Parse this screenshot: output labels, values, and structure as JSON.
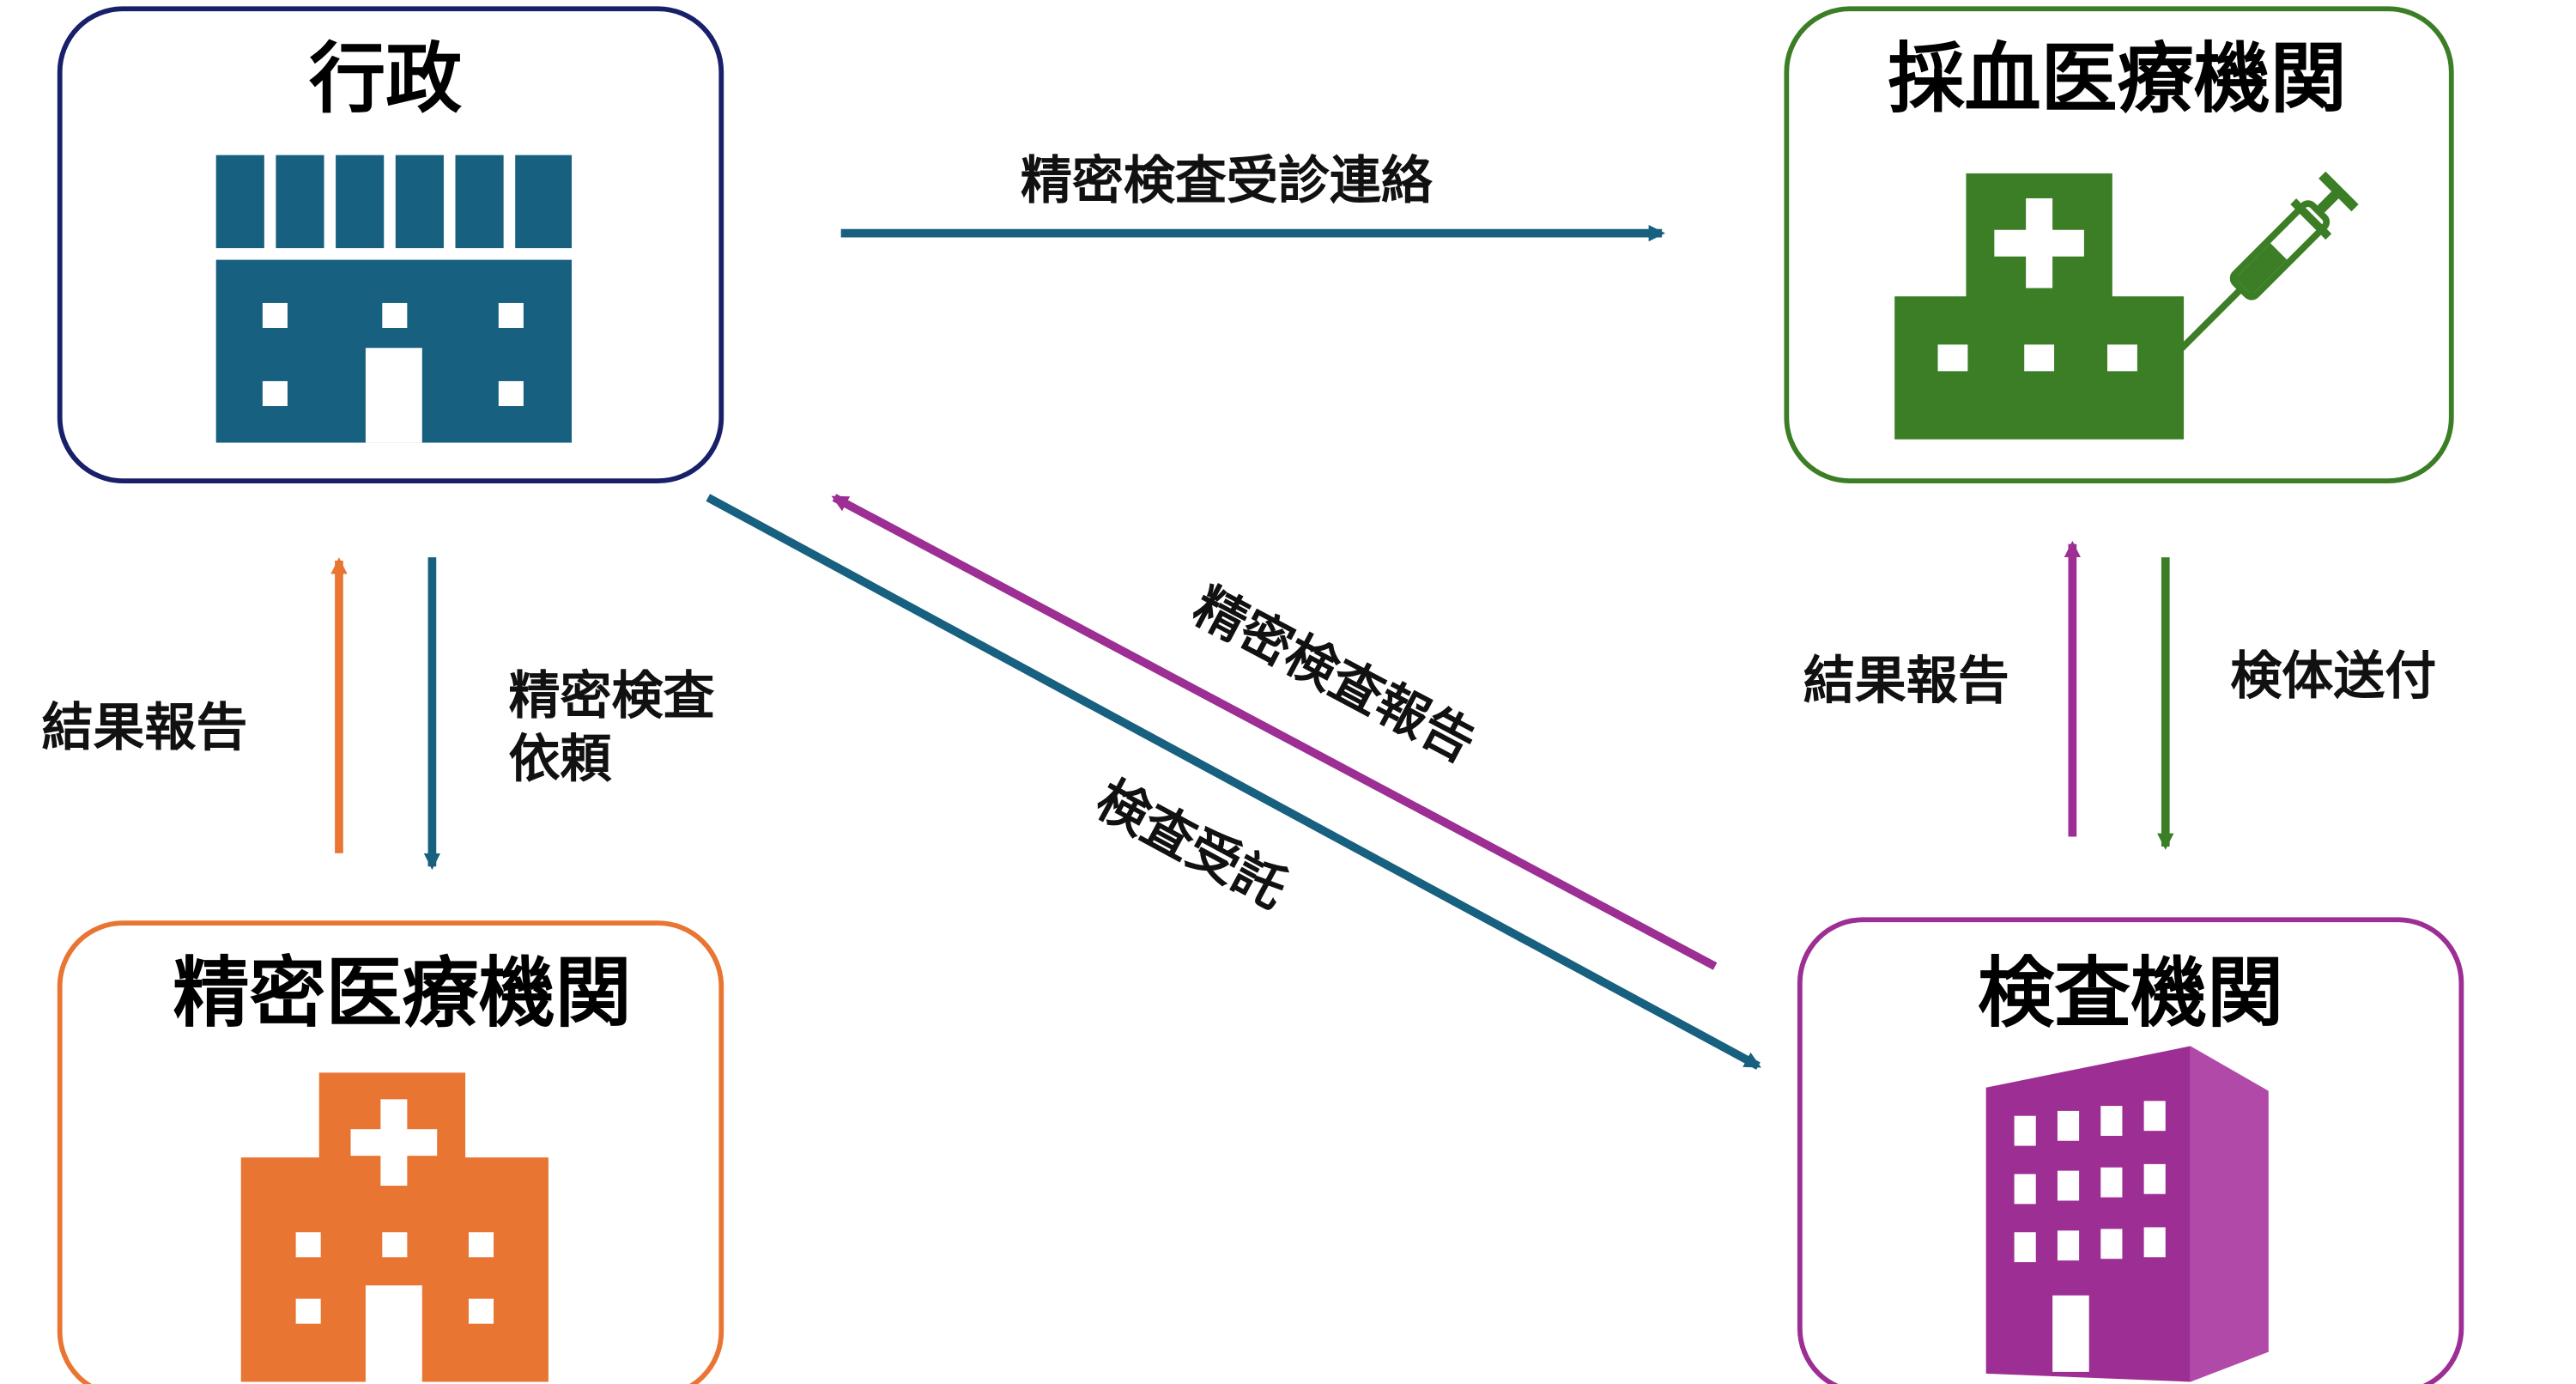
{
  "colors": {
    "gyosei": "#17607f",
    "saiketsu": "#3b7e26",
    "seimitsu": "#e97533",
    "kensa": "#9c2e94",
    "gyosei_border": "#18206a",
    "text": "#111111"
  },
  "nodes": {
    "gyosei": {
      "title": "行政",
      "icon": "government-building-icon"
    },
    "saiketsu": {
      "title": "採血医療機関",
      "icon": "hospital-syringe-icon"
    },
    "seimitsu": {
      "title": "精密医療機関",
      "icon": "hospital-icon"
    },
    "kensa": {
      "title": "検査機関",
      "icon": "office-building-icon"
    }
  },
  "edges": {
    "top": {
      "label": "精密検査受診連絡"
    },
    "left_up": {
      "label": "結果報告"
    },
    "left_down": {
      "label_line1": "精密検査",
      "label_line2": "依頼"
    },
    "diag_report": {
      "label": "精密検査報告"
    },
    "diag_request": {
      "label": "検査受託"
    },
    "right_up": {
      "label": "結果報告"
    },
    "right_down": {
      "label": "検体送付"
    }
  }
}
